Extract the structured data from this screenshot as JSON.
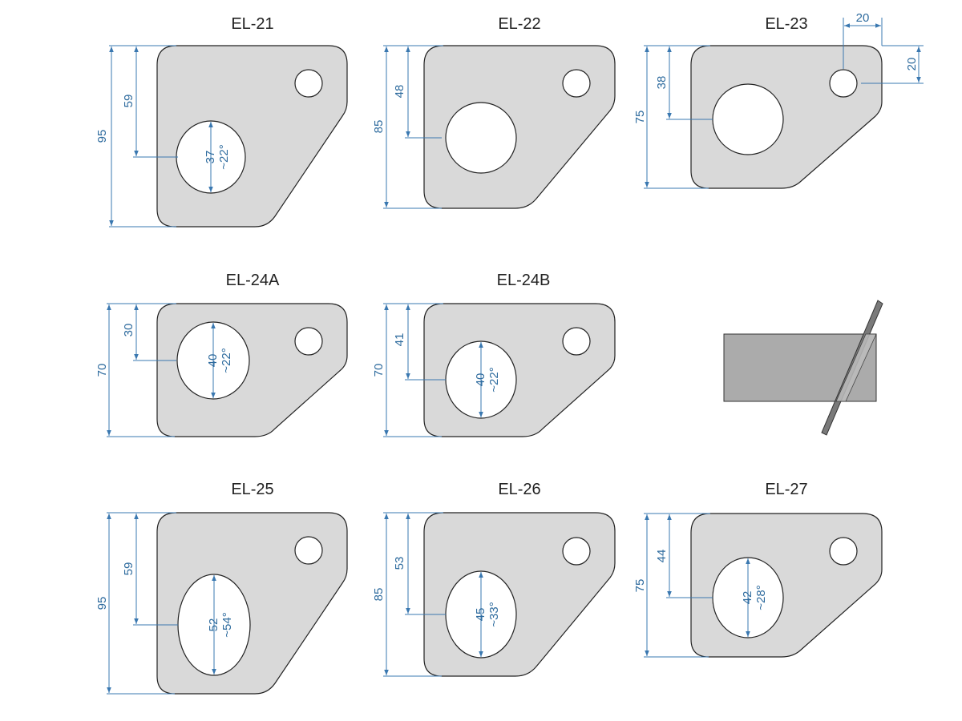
{
  "colors": {
    "plate": "#d9d9d9",
    "outline": "#222222",
    "dimension": "#3a78b0",
    "dimension_text": "#2e6b9e",
    "title": "#222222"
  },
  "parts": [
    {
      "title": "EL-21",
      "height_label": "95",
      "hole_offset_label": "59",
      "hole_size_label": "37",
      "hole_angle_label": "~22°",
      "center_offset_label": "",
      "edge_offset_label": ""
    },
    {
      "title": "EL-22",
      "height_label": "85",
      "hole_offset_label": "48",
      "hole_size_label": "",
      "hole_angle_label": "",
      "center_offset_label": "",
      "edge_offset_label": ""
    },
    {
      "title": "EL-23",
      "height_label": "75",
      "hole_offset_label": "38",
      "hole_size_label": "",
      "hole_angle_label": "",
      "center_offset_label": "20",
      "edge_offset_label": "20"
    },
    {
      "title": "EL-24A",
      "height_label": "70",
      "hole_offset_label": "30",
      "hole_size_label": "40",
      "hole_angle_label": "~22°",
      "center_offset_label": "",
      "edge_offset_label": ""
    },
    {
      "title": "EL-24B",
      "height_label": "70",
      "hole_offset_label": "41",
      "hole_size_label": "40",
      "hole_angle_label": "~22°",
      "center_offset_label": "",
      "edge_offset_label": ""
    },
    {
      "title": "EL-25",
      "height_label": "95",
      "hole_offset_label": "59",
      "hole_size_label": "52",
      "hole_angle_label": "~54°",
      "center_offset_label": "",
      "edge_offset_label": ""
    },
    {
      "title": "EL-26",
      "height_label": "85",
      "hole_offset_label": "53",
      "hole_size_label": "45",
      "hole_angle_label": "~33°",
      "center_offset_label": "",
      "edge_offset_label": ""
    },
    {
      "title": "EL-27",
      "height_label": "75",
      "hole_offset_label": "44",
      "hole_size_label": "42",
      "hole_angle_label": "~28°",
      "center_offset_label": "",
      "edge_offset_label": ""
    }
  ]
}
